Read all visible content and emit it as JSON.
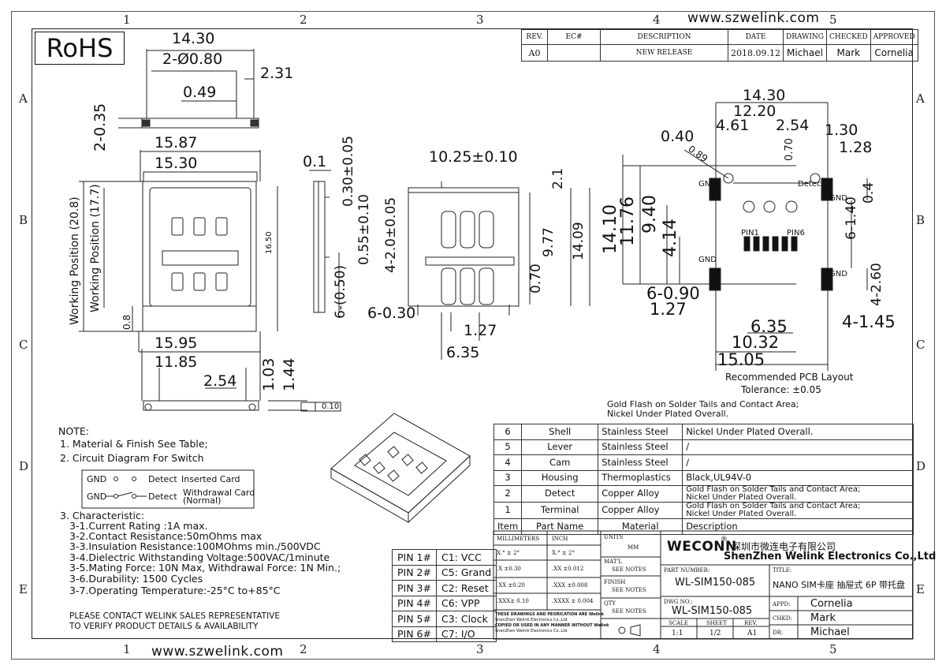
{
  "rohs": "RoHS",
  "website": "www.szwelink.com",
  "zones": {
    "cols": [
      "1",
      "2",
      "3",
      "4",
      "5"
    ],
    "top_cols": [
      "1",
      "2",
      "3",
      "4",
      "5"
    ],
    "rows": [
      "A",
      "B",
      "C",
      "D",
      "E"
    ]
  },
  "revision": {
    "headers": [
      "REV.",
      "EC#",
      "DESCRIPTION",
      "DATE",
      "DRAWING",
      "CHECKED",
      "APPROVED"
    ],
    "row": [
      "A0",
      "",
      "NEW RELEASE",
      "2018.09.12",
      "Michael",
      "Mark",
      "Cornelia"
    ]
  },
  "left_view": {
    "top": [
      "14.30",
      "2-Ø0.80",
      "2.31",
      "0.49",
      "2-0.35"
    ],
    "front": [
      "15.87",
      "15.30",
      "Working Position (20.8)",
      "Working Position (17.7)",
      "16.50",
      "0.8"
    ],
    "bottom": [
      "15.95",
      "11.85",
      "2.54",
      "1.03",
      "1.44",
      "0.10"
    ]
  },
  "side_view": [
    "0.1",
    "0.30±0.05",
    "0.55±0.10",
    "6-(0.50)"
  ],
  "middle_view": [
    "10.25±0.10",
    "2.1",
    "4-2.0±0.05",
    "9.77",
    "14.09",
    "0.70",
    "6-0.30",
    "1.27",
    "6.35"
  ],
  "pcb": {
    "dims": [
      "14.30",
      "12.20",
      "4.61",
      "2.54",
      "1.30",
      "0.40",
      "0.89",
      "0.70",
      "1.28",
      "0.4",
      "14.10",
      "11.76",
      "9.40",
      "4.14",
      "6-1.40",
      "4-2.60",
      "6-0.90",
      "1.27",
      "6.35",
      "10.32",
      "15.05",
      "4-1.45"
    ],
    "labels": [
      "GND",
      "Detect",
      "GND",
      "PIN1",
      "PIN6",
      "GND",
      "GND"
    ],
    "title": "Recommended PCB Layout",
    "tolerance": "Tolerance: ±0.05"
  },
  "finish_note": [
    "Gold Flash on Solder Tails and Contact Area;",
    "Nickel Under Plated Overall."
  ],
  "materials": {
    "rows": [
      [
        "6",
        "Shell",
        "Stainless Steel",
        "Nickel Under Plated Overall."
      ],
      [
        "5",
        "Lever",
        "Stainless Steel",
        "/"
      ],
      [
        "4",
        "Cam",
        "Stainless Steel",
        "/"
      ],
      [
        "3",
        "Housing",
        "Thermoplastics",
        "Black,UL94V-0"
      ],
      [
        "2",
        "Detect",
        "Copper Alloy",
        "Gold Flash on Solder Tails and Contact Area;|Nickel Under Plated Overall."
      ],
      [
        "1",
        "Terminal",
        "Copper Alloy",
        "Gold Flash on Solder Tails and Contact Area;|Nickel Under Plated Overall."
      ]
    ],
    "header": [
      "Item",
      "Part Name",
      "Material",
      "Description"
    ]
  },
  "notes": {
    "title": "NOTE:",
    "n1": "1.  Material & Finish See Table;",
    "n2": "2.  Circuit Diagram For Switch",
    "circuit": {
      "gnd1": "GND",
      "detect1": "Detect",
      "state1": "Inserted Card",
      "gnd2": "GND",
      "detect2": "Detect",
      "state2": "Withdrawal Card",
      "state2b": "(Normal)"
    },
    "n3": "3.  Characteristic:",
    "chars": [
      "3-1.Current Rating :1A max.",
      "3-2.Contact Resistance:50mOhms max",
      "3-3.Insulation Resistance:100MOhms min./500VDC",
      "3-4.Dielectric Withstanding Voltage:500VAC/1minute",
      "3-5.Mating Force: 10N Max, Withdrawal Force: 1N Min.;",
      "3-6.Durability: 1500 Cycles",
      "3-7.Operating Temperature:-25°C to+85°C"
    ],
    "contact": [
      "PLEASE CONTACT WELINK SALES REPRESENTATIVE",
      "TO VERIFY PRODUCT DETAILS & AVAILABILITY"
    ]
  },
  "pins": [
    [
      "PIN 1#",
      "C1: VCC"
    ],
    [
      "PIN 2#",
      "C5: Grand"
    ],
    [
      "PIN 3#",
      "C2: Reset"
    ],
    [
      "PIN 4#",
      "C6: VPP"
    ],
    [
      "PIN 5#",
      "C3: Clock"
    ],
    [
      "PIN 6#",
      "C7: I/O"
    ]
  ],
  "title_block": {
    "tol_head": [
      "MILLIMETERS",
      "INCH"
    ],
    "tol": [
      [
        "X.° ± 2°",
        "X.° ± 2°"
      ],
      [
        ".X ±0.30",
        ".XX ±0.012"
      ],
      [
        ".XX ±0.20",
        ".XXX ±0.008"
      ],
      [
        ".XXX± 0.10",
        ".XXXX ± 0.004"
      ]
    ],
    "units": "UNITS",
    "units_v": "MM",
    "matl": "MAT'L",
    "see1": "SEE NOTES",
    "finish": "FINISH",
    "see2": "SEE NOTES",
    "qty": "QTY",
    "see3": "SEE NOTES",
    "disclaimer": [
      "THESE DRAWINGS AND PEORICATION ARE Welink",
      "ShenZhen Welink Electronics Co.,Ltd",
      "COPIED OR USED IN ANY MANNER WITHOUT Welink",
      "ShenZhen Welink Electronics Co.,Ltd"
    ],
    "brand": "WECONN",
    "reg": "®",
    "company_cn": "深圳市微连电子有限公司",
    "company_en": "ShenZhen Welink Electronics Co.,Ltd",
    "part_label": "PART NUMBER:",
    "part": "WL-SIM150-085",
    "dwg_label": "DWG NO.:",
    "dwg": "WL-SIM150-085",
    "title_label": "TITLE:",
    "title": "NANO SIM卡座 抽屉式 6P 带托盘",
    "scale_h": "SCALE",
    "sheet_h": "SHEET",
    "rev_h": "REV.",
    "scale": "1:1",
    "sheet": "1/2",
    "rev": "A1",
    "appd_label": "APPD:",
    "appd": "Cornelia",
    "chkd_label": "CHKD:",
    "chkd": "Mark",
    "dr_label": "DR:",
    "dr": "Michael"
  }
}
